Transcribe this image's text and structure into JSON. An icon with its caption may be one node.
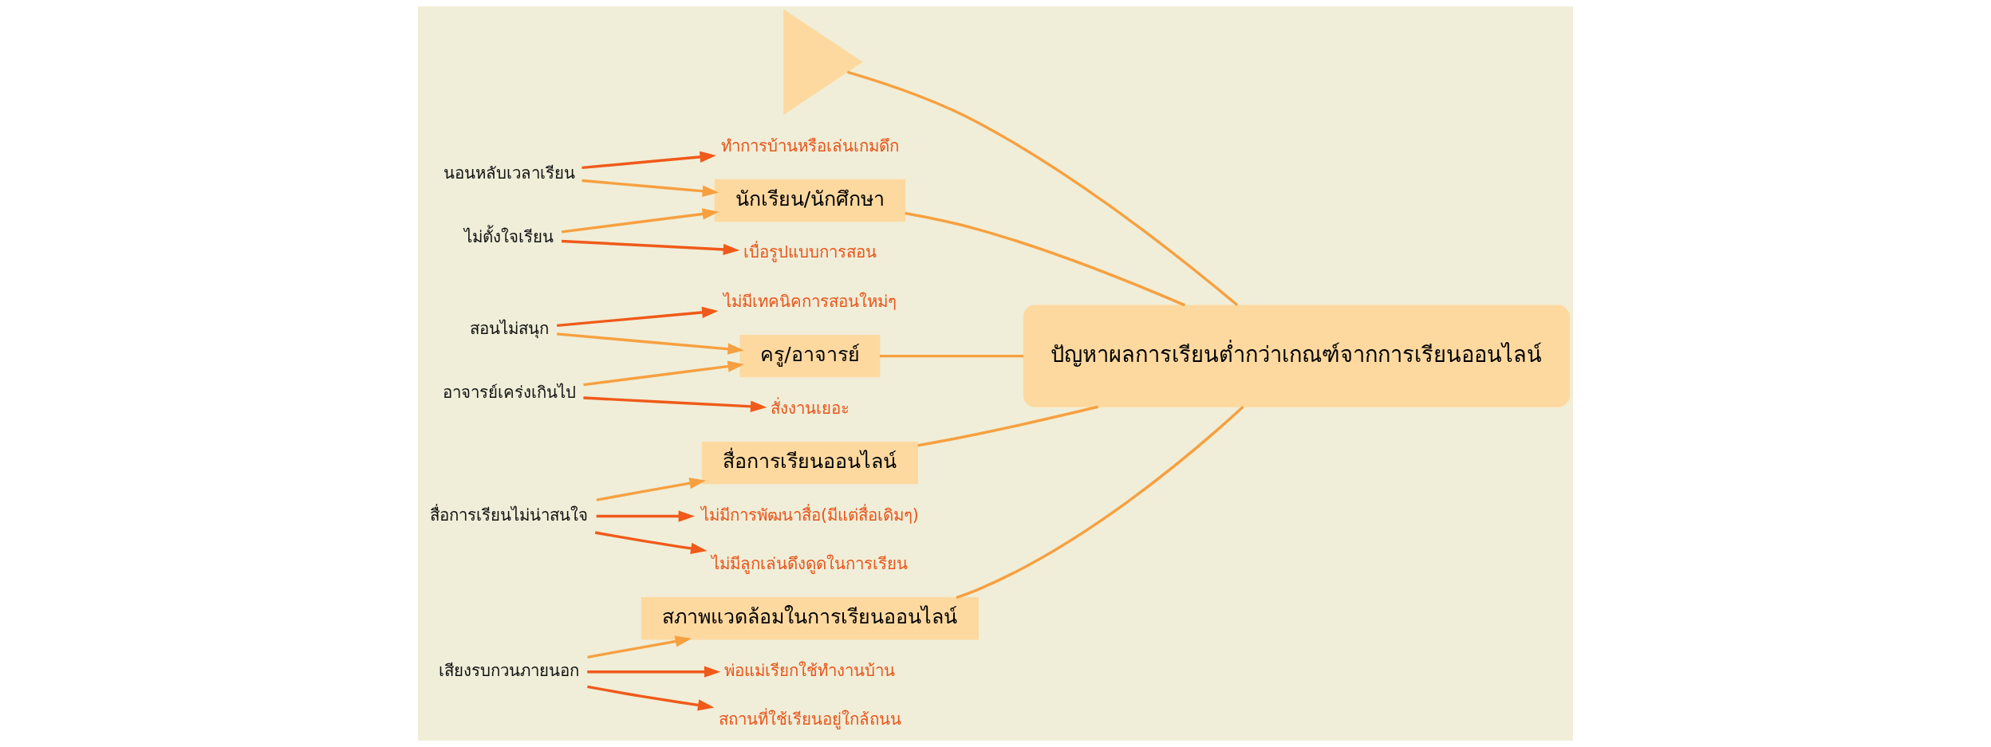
{
  "diagram": {
    "nodes": [
      {
        "text": [],
        "shape": "triangle"
      },
      {
        "text": [
          "ปัญหาผลการเรียนต่ำกว่าเกณฑ์จากการเรียนออนไลน์"
        ]
      },
      {
        "text": [
          "นักเรียน/นักศึกษา"
        ]
      },
      {
        "text": [
          "ครู/อาจารย์"
        ]
      },
      {
        "text": [
          "สื่อการเรียนออนไลน์"
        ]
      },
      {
        "text": [
          "สภาพแวดล้อมในการเรียนออนไลน์"
        ]
      },
      {
        "text": [
          "นอนหลับเวลาเรียน"
        ]
      },
      {
        "text": [
          "ทำการบ้านหรือเล่นเกมดึก"
        ]
      },
      {
        "text": [
          "ไม่ตั้งใจเรียน"
        ]
      },
      {
        "text": [
          "เบื่อรูปแบบการสอน"
        ]
      },
      {
        "text": [
          "สอนไม่สนุก"
        ]
      },
      {
        "text": [
          "ไม่มีเทคนิคการสอนใหม่ๆ"
        ]
      },
      {
        "text": [
          "อาจารย์เคร่งเกินไป"
        ]
      },
      {
        "text": [
          "สั่งงานเยอะ"
        ]
      },
      {
        "text": [
          "ไม่มีการพัฒนาสื่อ(มีแต่สื่อเดิมๆ)"
        ]
      },
      {
        "text": [
          "สื่อการเรียนไม่น่าสนใจ"
        ]
      },
      {
        "text": [
          "ไม่มีลูกเล่นดึงดูดในการเรียน"
        ]
      },
      {
        "text": [
          "พ่อแม่เรียกใช้ทำงานบ้าน"
        ]
      },
      {
        "text": [
          "เสียงรบกวนภายนอก"
        ]
      },
      {
        "text": [
          "สถานที่ใช้เรียนอยู่ใกล้ถนน"
        ]
      }
    ],
    "edges": [
      {
        "from": 0,
        "to": 1,
        "arrow": "none"
      },
      {
        "from": 2,
        "to": 1,
        "arrow": "none"
      },
      {
        "from": 3,
        "to": 1,
        "arrow": "none"
      },
      {
        "from": 4,
        "to": 1,
        "arrow": "none"
      },
      {
        "from": 5,
        "to": 1,
        "arrow": "none"
      },
      {
        "from": 6,
        "to": 2,
        "arrow": "to"
      },
      {
        "from": 6,
        "to": 7,
        "arrow": "to",
        "color": "#f05a1a"
      },
      {
        "from": 8,
        "to": 2,
        "arrow": "to"
      },
      {
        "from": 8,
        "to": 9,
        "arrow": "to",
        "color": "#f05a1a"
      },
      {
        "from": 10,
        "to": 3,
        "arrow": "to"
      },
      {
        "from": 10,
        "to": 11,
        "arrow": "to",
        "color": "#f05a1a"
      },
      {
        "from": 12,
        "to": 3,
        "arrow": "to"
      },
      {
        "from": 12,
        "to": 13,
        "arrow": "to",
        "color": "#f05a1a"
      },
      {
        "from": 15,
        "to": 4,
        "arrow": "to"
      },
      {
        "from": 15,
        "to": 14,
        "arrow": "to",
        "color": "#f05a1a"
      },
      {
        "from": 15,
        "to": 16,
        "arrow": "to",
        "color": "#f05a1a"
      },
      {
        "from": 18,
        "to": 5,
        "arrow": "to"
      },
      {
        "from": 18,
        "to": 17,
        "arrow": "to",
        "color": "#f05a1a"
      },
      {
        "from": 18,
        "to": 19,
        "arrow": "to",
        "color": "#f05a1a"
      }
    ]
  }
}
